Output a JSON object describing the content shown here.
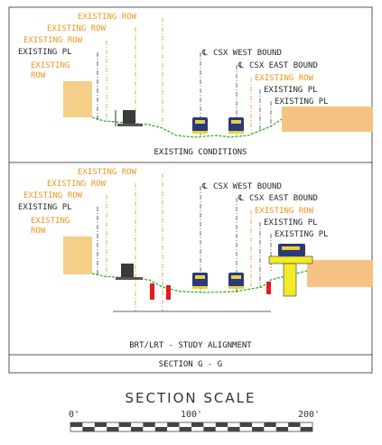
{
  "labels": {
    "existing_row": "EXISTING ROW",
    "existing_pl": "EXISTING PL",
    "existing": "EXISTING",
    "row": "ROW",
    "csx_west": "CSX WEST BOUND",
    "csx_east": "CSX EAST BOUND",
    "centerline_symbol": "℄"
  },
  "captions": {
    "top": "EXISTING CONDITIONS",
    "bottom": "BRT/LRT - STUDY ALIGNMENT",
    "section": "SECTION G - G"
  },
  "scale": {
    "title": "SECTION SCALE",
    "ticks": [
      "0'",
      "100'",
      "200'"
    ]
  },
  "colors": {
    "orange_text": "#f0941e",
    "row_fill": "#f5cf88",
    "row_fill_right": "#f6c384",
    "ground_green": "#2fb32f",
    "train_blue": "#2a3a7a",
    "train_yellow": "#e8d23a",
    "barrier_red": "#e21b1b",
    "pier_yellow": "#f2ea2a"
  }
}
